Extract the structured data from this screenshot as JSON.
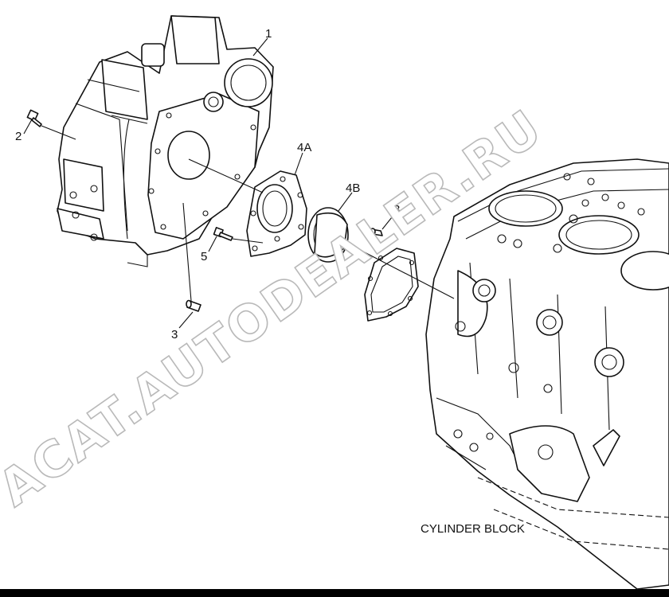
{
  "callouts": {
    "c1": "1",
    "c2": "2",
    "c3a": "3",
    "c3b": "3",
    "c4a": "4A",
    "c4b": "4B",
    "c5": "5"
  },
  "labels": {
    "cylinder_block": "CYLINDER BLOCK"
  },
  "watermark": "ACAT.AUTODEALER.RU"
}
